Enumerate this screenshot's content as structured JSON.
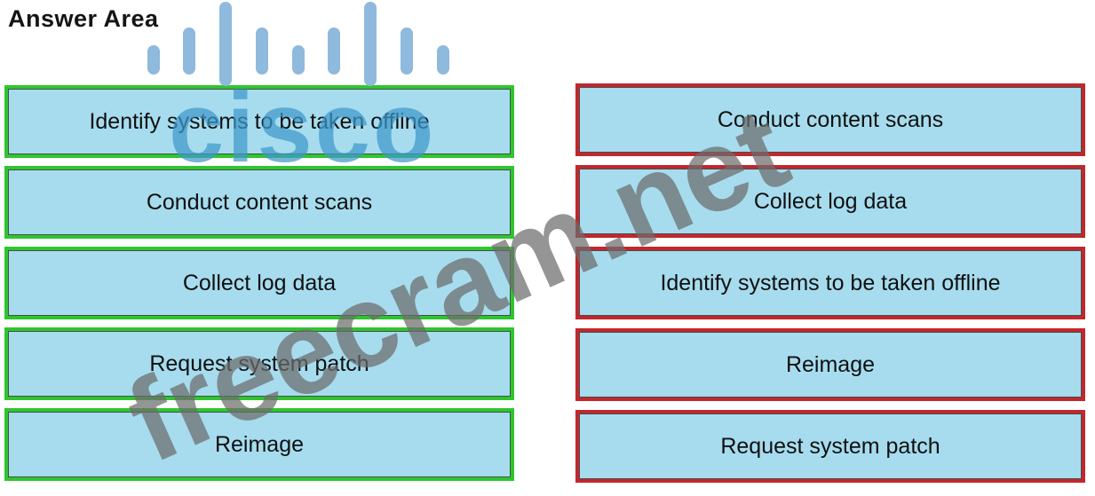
{
  "title": "Answer Area",
  "watermarks": {
    "brand_logo_icon": "cisco-bars-logo",
    "brand_text": "cisco",
    "site_text": "freecram.net"
  },
  "colors": {
    "item_fill": "#a6dcee",
    "source_border_green": "#2dc72d",
    "target_border_red": "#c1272d",
    "cisco_blue": "#8fb9dd",
    "watermark_gray": "#6c6c6c",
    "label_text": "#101010"
  },
  "source_column": {
    "items": [
      "Identify systems to be taken offline",
      "Conduct content scans",
      "Collect log data",
      "Request system patch",
      "Reimage"
    ]
  },
  "target_column": {
    "items": [
      "Conduct content scans",
      "Collect log data",
      "Identify systems to be taken offline",
      "Reimage",
      "Request system patch"
    ]
  }
}
